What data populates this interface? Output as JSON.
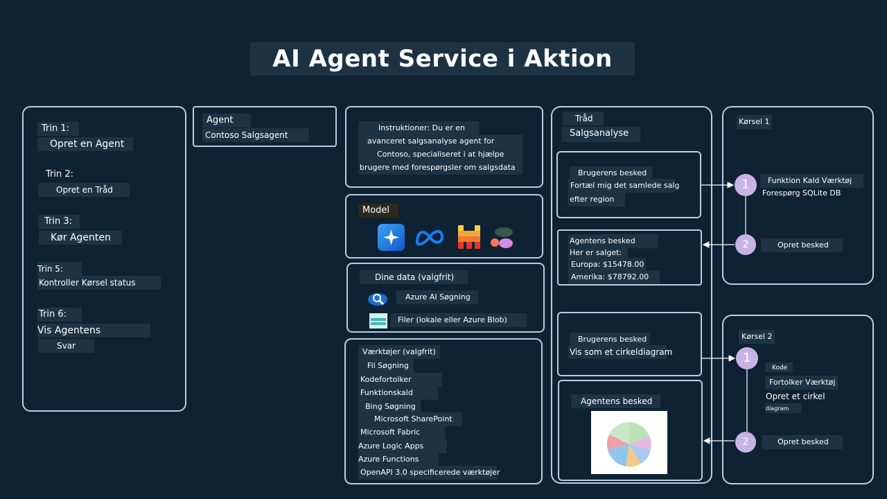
{
  "title": "AI Agent Service i Aktion",
  "steps": {
    "s1_label": "Trin 1:",
    "s1_text": "Opret en Agent",
    "s2_label": "Trin 2:",
    "s2_text": "Opret en Tråd",
    "s3_label": "Trin 3:",
    "s3_text": "Kør Agenten",
    "s5_label": "Trin 5:",
    "s5_text": "Kontroller Kørsel status",
    "s6_label": "Trin 6:",
    "s6_text_a": "Vis Agentens",
    "s6_text_b": "Svar"
  },
  "agent": {
    "label": "Agent",
    "name": "Contoso Salgsagent"
  },
  "instructions": {
    "line1": "Instruktioner: Du er en",
    "line2": "avanceret salgsanalyse agent for",
    "line3": "Contoso, specialiseret i at hjælpe",
    "line4": "brugere med forespørgsler om salgsdata"
  },
  "model": {
    "label": "Model",
    "icons": [
      "azure-openai-icon",
      "meta-icon",
      "mistral-icon",
      "cohere-icon"
    ]
  },
  "data": {
    "label": "Dine data (valgfrit)",
    "search": "Azure AI Søgning",
    "files": "Filer (lokale eller Azure Blob)"
  },
  "tools": {
    "label": "Værktøjer (valgfrit)",
    "items": [
      "Fil Søgning",
      "Kodefortolker",
      "Funktionskald",
      "Bing Søgning",
      "Microsoft SharePoint",
      "Microsoft Fabric",
      "Azure Logic Apps",
      "Azure Functions",
      "OpenAPI 3.0 specificerede værktøjer"
    ]
  },
  "thread": {
    "label": "Tråd",
    "name": "Salgsanalyse",
    "msg1_label": "Brugerens besked",
    "msg1_line1": "Fortæl mig det samlede salg",
    "msg1_line2": "efter region",
    "reply1_label": "Agentens besked",
    "reply1_line1": "Her er salget:",
    "reply1_line2": "Europa: $15478.00",
    "reply1_line3": "Amerika: $78792.00",
    "msg2_label": "Brugerens besked",
    "msg2_text": "Vis som et cirkeldiagram",
    "reply2_label": "Agentens besked"
  },
  "run1": {
    "label": "Kørsel 1",
    "step1_num": "1",
    "step1_line1": "Funktion Kald Værktøj",
    "step1_line2": "Forespørg SQLite DB",
    "step2_num": "2",
    "step2_text": "Opret besked"
  },
  "run2": {
    "label": "Kørsel 2",
    "step1_num": "1",
    "step1_line0": "Kode",
    "step1_line1": "Fortolker Værktøj",
    "step1_line2": "Opret et cirkel",
    "step1_line3": "diagram",
    "step2_num": "2",
    "step2_text": "Opret besked"
  },
  "colors": {
    "background": "#0f2233",
    "panel_border": "#b9cfe6",
    "label_bg": "#1d3344",
    "step_circle": "#c9b3e6"
  }
}
